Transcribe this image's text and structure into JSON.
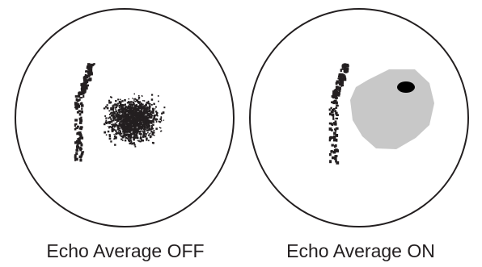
{
  "panels": [
    {
      "caption": "Echo Average OFF",
      "mode": "off"
    },
    {
      "caption": "Echo Average ON",
      "mode": "on"
    }
  ],
  "colors": {
    "outline": "#231f20",
    "echo": "#231f20",
    "averaged_echo_fill": "#c8c8c8",
    "target_dot": "#000000",
    "background": "#ffffff"
  }
}
